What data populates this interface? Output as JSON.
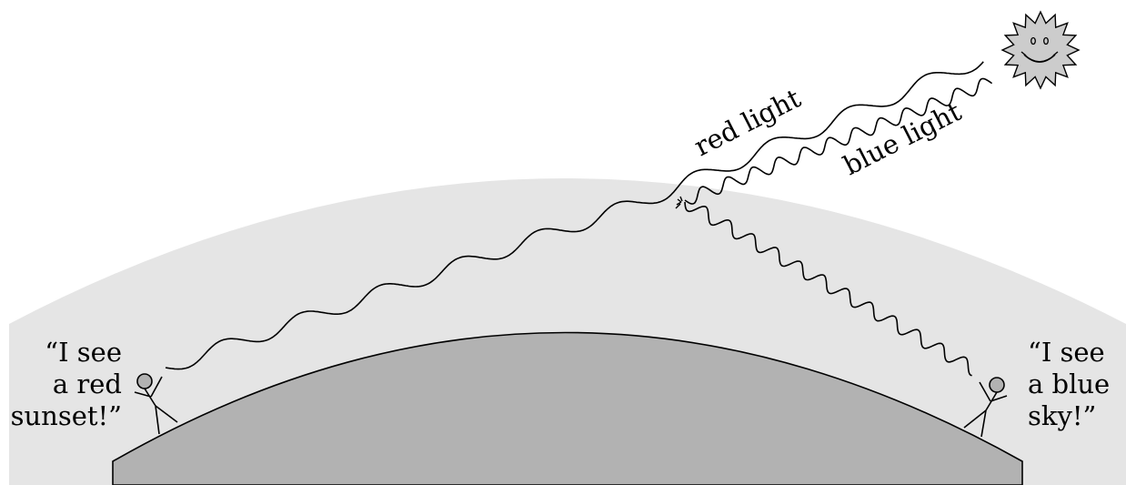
{
  "labels": {
    "red_light": "red light",
    "blue_light": "blue light",
    "left_quote": [
      "“I see",
      "a red",
      "sunset!”"
    ],
    "right_quote": [
      "“I see",
      "a blue",
      "sky!”"
    ]
  },
  "colors": {
    "atmosphere": "#e5e5e5",
    "earth": "#b2b2b2",
    "sun": "#cccccc",
    "head": "#b2b2b2",
    "line": "#000000"
  }
}
